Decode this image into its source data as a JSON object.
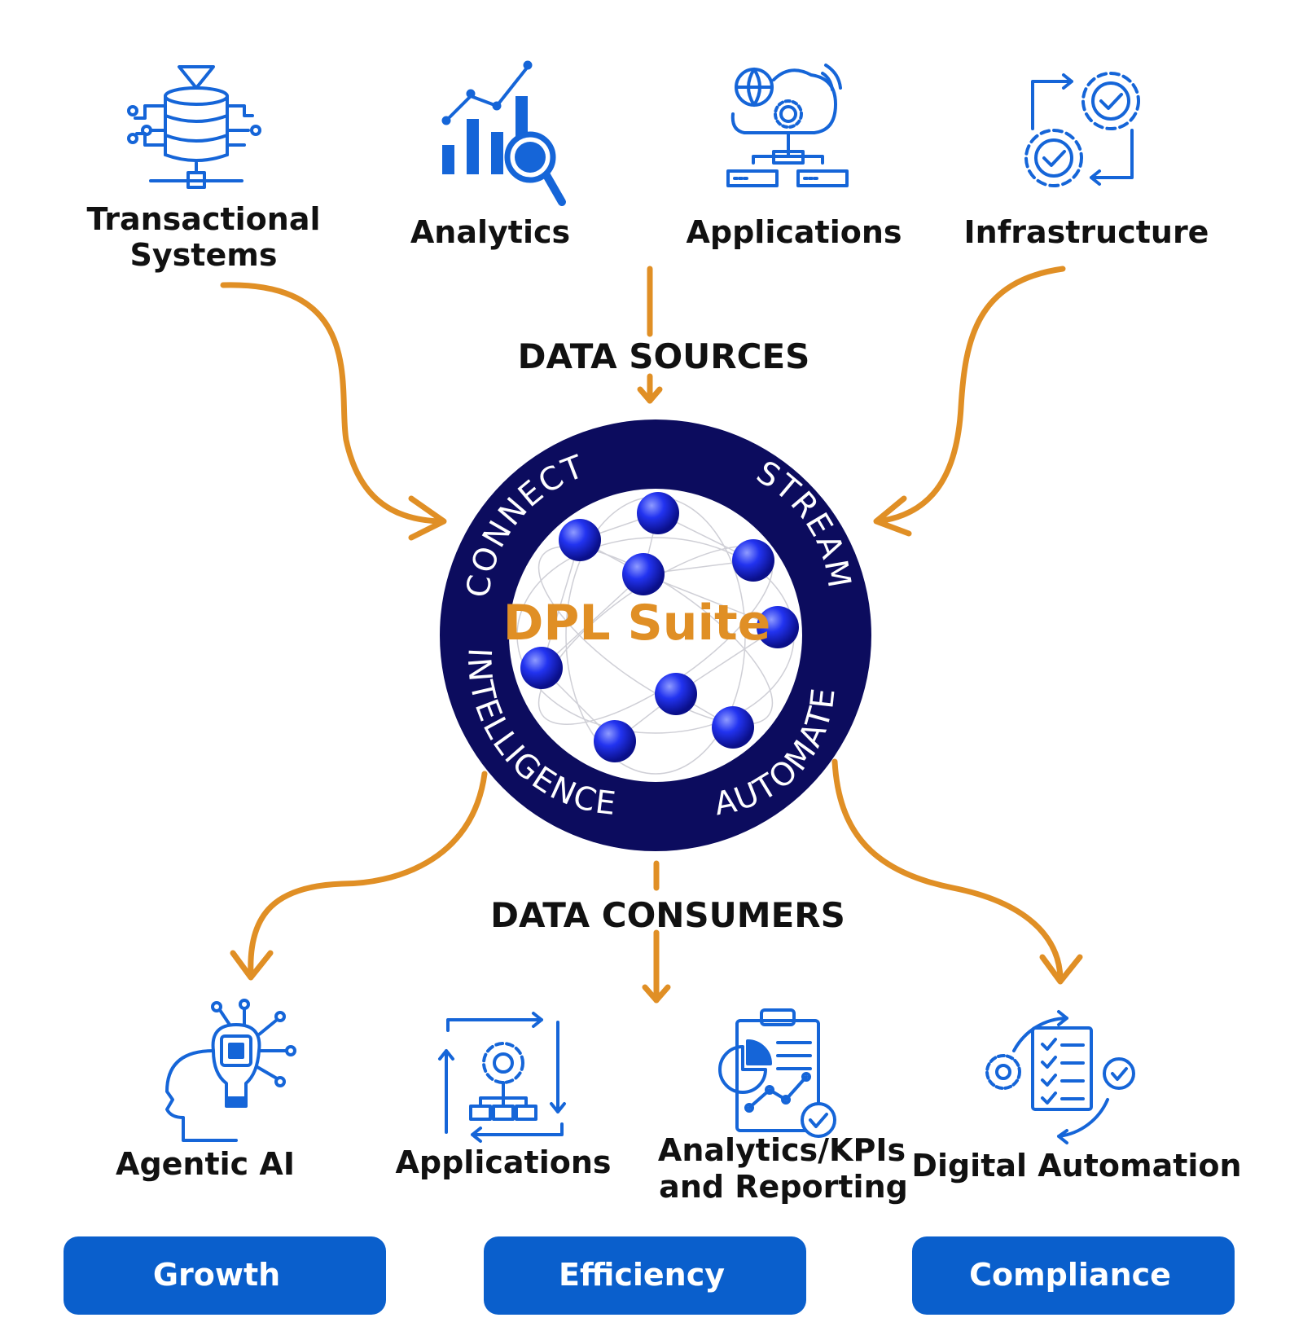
{
  "colors": {
    "accent_orange": "#E08F25",
    "navy_ring": "#0C0C5E",
    "icon_blue": "#1565D8",
    "pill_blue": "#0A5FCC",
    "node_blue": "#1E2EE8"
  },
  "sources": {
    "heading": "DATA SOURCES",
    "items": [
      {
        "icon": "database-icon",
        "line1": "Transactional",
        "line2": "Systems"
      },
      {
        "icon": "analytics-chart-icon",
        "line1": "Analytics",
        "line2": ""
      },
      {
        "icon": "cloud-applications-icon",
        "line1": "Applications",
        "line2": ""
      },
      {
        "icon": "gears-cycle-icon",
        "line1": "Infrastructure",
        "line2": ""
      }
    ]
  },
  "hub": {
    "title": "DPL Suite",
    "ring_words": [
      "CONNECT",
      "STREAM",
      "AUTOMATE",
      "INTELLIGENCE"
    ]
  },
  "consumers": {
    "heading": "DATA CONSUMERS",
    "items": [
      {
        "icon": "ai-head-bulb-icon",
        "line1": "Agentic AI",
        "line2": ""
      },
      {
        "icon": "workflow-gear-icon",
        "line1": "Applications",
        "line2": ""
      },
      {
        "icon": "report-clipboard-icon",
        "line1": "Analytics/KPIs",
        "line2": "and Reporting"
      },
      {
        "icon": "checklist-automation-icon",
        "line1": "Digital Automation",
        "line2": ""
      }
    ]
  },
  "outcomes": [
    "Growth",
    "Efficiency",
    "Compliance"
  ]
}
